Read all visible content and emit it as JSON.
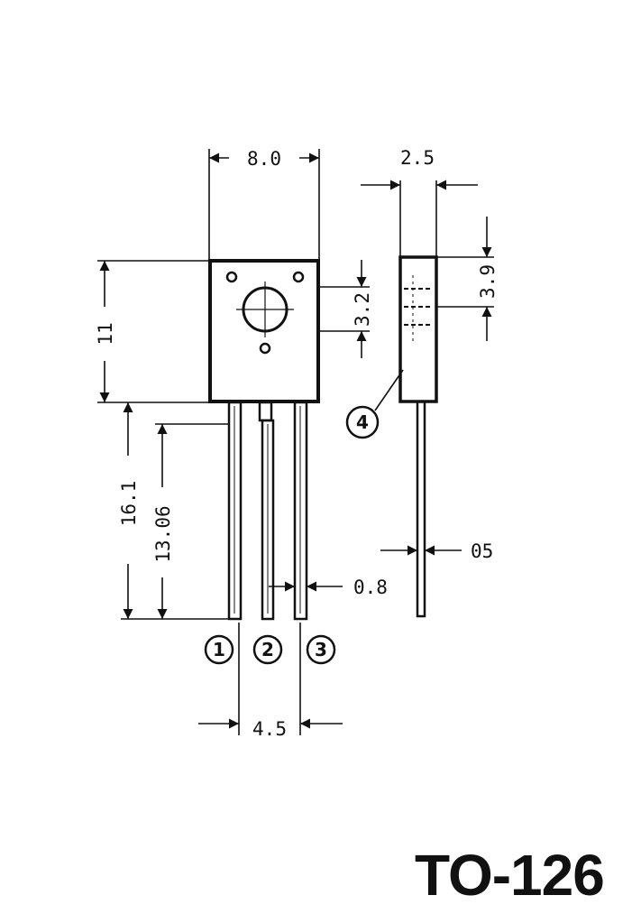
{
  "title": "TO-126",
  "dimensions": {
    "body_width": "8.0",
    "thickness": "2.5",
    "body_height": "11",
    "hole_offset": "3.2",
    "hole_offset_side": "3.9",
    "overall_lead": "16.1",
    "lead_length": "13.06",
    "lead_width": "0.8",
    "lead_thickness": "05",
    "pin_pitch": "4.5"
  },
  "pins": [
    "1",
    "2",
    "3",
    "4"
  ]
}
